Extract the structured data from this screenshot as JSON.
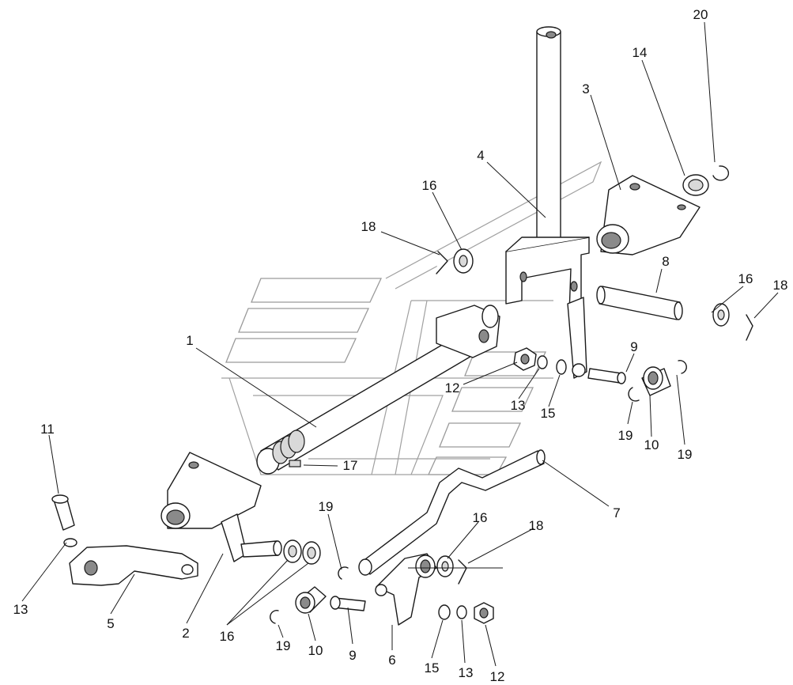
{
  "callouts": [
    {
      "id": "c20",
      "text": "20"
    },
    {
      "id": "c14",
      "text": "14"
    },
    {
      "id": "c3",
      "text": "3"
    },
    {
      "id": "c4",
      "text": "4"
    },
    {
      "id": "c16a",
      "text": "16"
    },
    {
      "id": "c18a",
      "text": "18"
    },
    {
      "id": "c8",
      "text": "8"
    },
    {
      "id": "c16b",
      "text": "16"
    },
    {
      "id": "c18b",
      "text": "18"
    },
    {
      "id": "c1",
      "text": "1"
    },
    {
      "id": "c9a",
      "text": "9"
    },
    {
      "id": "c12a",
      "text": "12"
    },
    {
      "id": "c13a",
      "text": "13"
    },
    {
      "id": "c15a",
      "text": "15"
    },
    {
      "id": "c19a",
      "text": "19"
    },
    {
      "id": "c10a",
      "text": "10"
    },
    {
      "id": "c19b",
      "text": "19"
    },
    {
      "id": "c11",
      "text": "11"
    },
    {
      "id": "c17",
      "text": "17"
    },
    {
      "id": "c7",
      "text": "7"
    },
    {
      "id": "c19c",
      "text": "19"
    },
    {
      "id": "c16c",
      "text": "16"
    },
    {
      "id": "c18c",
      "text": "18"
    },
    {
      "id": "c13b",
      "text": "13"
    },
    {
      "id": "c5",
      "text": "5"
    },
    {
      "id": "c2",
      "text": "2"
    },
    {
      "id": "c16d",
      "text": "16"
    },
    {
      "id": "c19d",
      "text": "19"
    },
    {
      "id": "c10b",
      "text": "10"
    },
    {
      "id": "c9b",
      "text": "9"
    },
    {
      "id": "c6",
      "text": "6"
    },
    {
      "id": "c15b",
      "text": "15"
    },
    {
      "id": "c13c",
      "text": "13"
    },
    {
      "id": "c12b",
      "text": "12"
    }
  ]
}
